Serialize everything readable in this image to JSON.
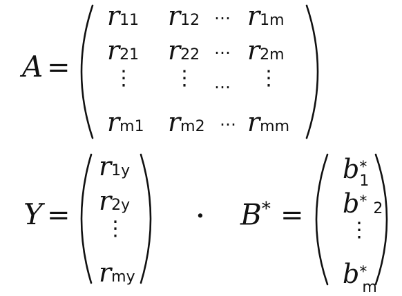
{
  "matrix_A": {
    "name": "A",
    "equals": "=",
    "rows": [
      [
        "r",
        "11",
        "r",
        "12",
        "⋯",
        "r",
        "1m"
      ],
      [
        "r",
        "21",
        "r",
        "22",
        "⋯",
        "r",
        "2m"
      ],
      [
        "⋮",
        "",
        "⋮",
        "",
        "⋯",
        "⋮",
        ""
      ],
      [
        "r",
        "m1",
        "r",
        "m2",
        "⋯",
        "r",
        "mm"
      ]
    ]
  },
  "vector_Y": {
    "name": "Y",
    "equals": "=",
    "entries": [
      {
        "base": "r",
        "sub": "1y"
      },
      {
        "base": "r",
        "sub": "2y"
      },
      {
        "base": "⋮",
        "sub": ""
      },
      {
        "base": "r",
        "sub": "my"
      }
    ]
  },
  "separator": "·",
  "vector_B": {
    "name": "B",
    "star": "*",
    "equals": "=",
    "entries": [
      {
        "base": "b",
        "sup": "*",
        "sub": "1"
      },
      {
        "base": "b",
        "sup": "*",
        "sub": "2"
      },
      {
        "base": "⋮",
        "sup": "",
        "sub": ""
      },
      {
        "base": "b",
        "sup": "*",
        "sub": "m"
      }
    ]
  }
}
